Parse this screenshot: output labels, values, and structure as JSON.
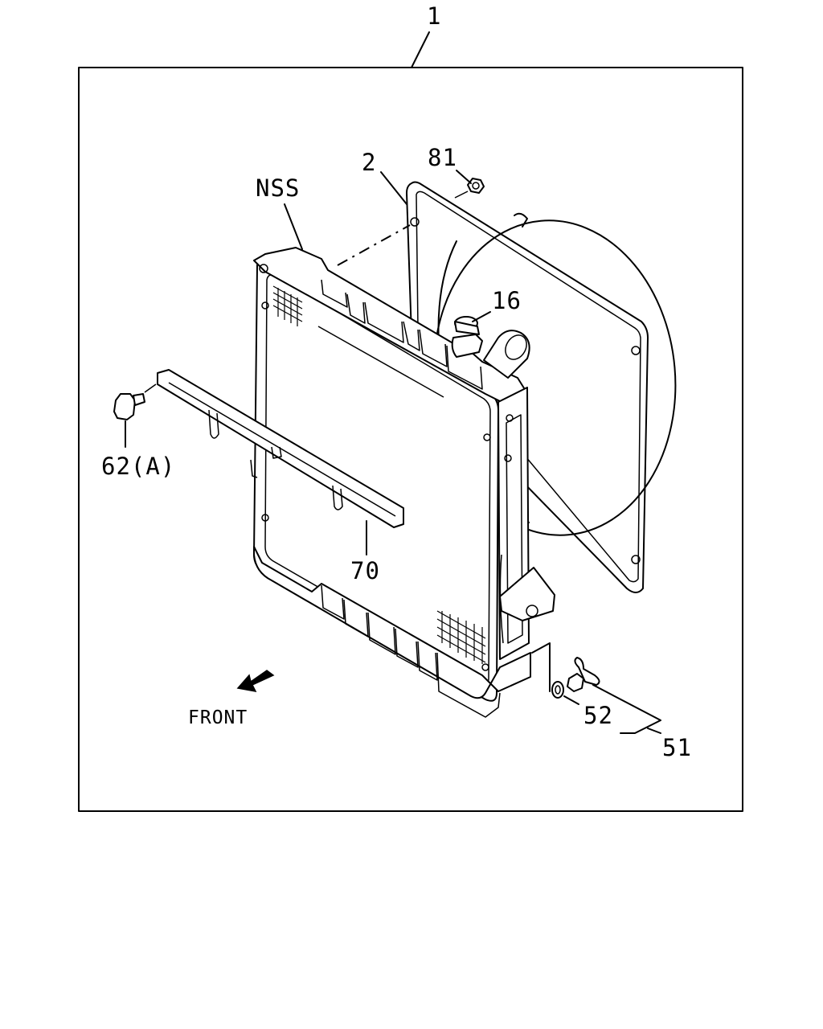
{
  "labels": {
    "assembly": "1",
    "shroud": "2",
    "nut": "81",
    "nss": "NSS",
    "cap": "16",
    "bolt": "62(A)",
    "bracket": "70",
    "washer": "52",
    "drain_cock": "51",
    "front": "FRONT"
  }
}
